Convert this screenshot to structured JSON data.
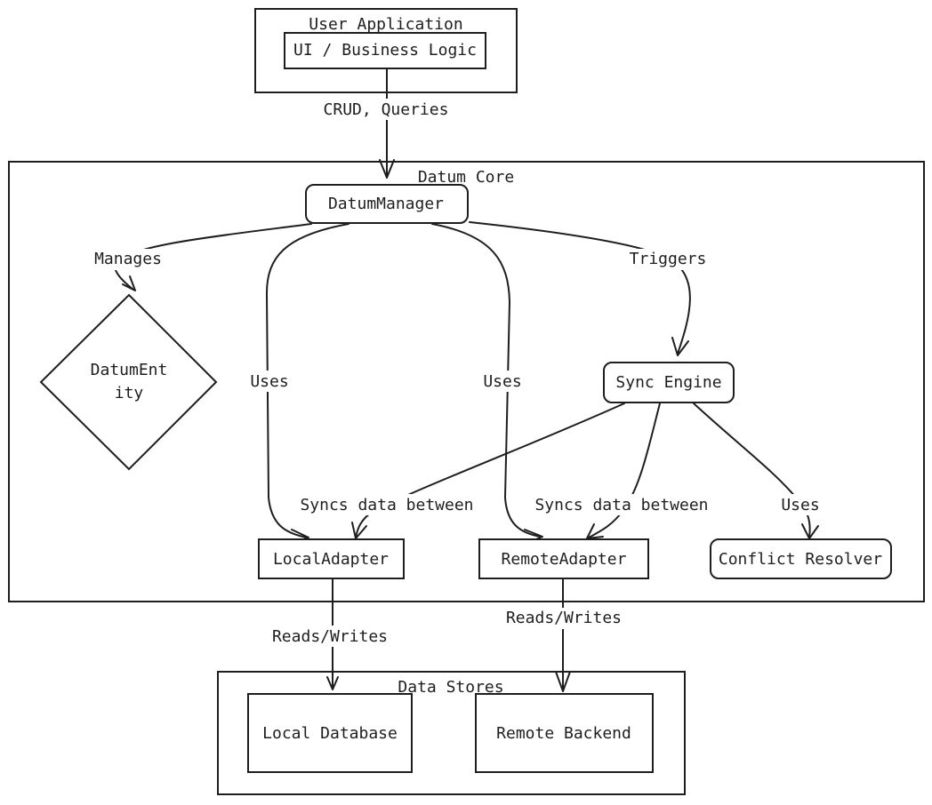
{
  "groups": {
    "user_application": "User Application",
    "datum_core": "Datum Core",
    "data_stores": "Data Stores"
  },
  "nodes": {
    "ui_business_logic": "UI / Business Logic",
    "datum_manager": "DatumManager",
    "datum_entity_line1": "DatumEnt",
    "datum_entity_line2": "ity",
    "sync_engine": "Sync Engine",
    "local_adapter": "LocalAdapter",
    "remote_adapter": "RemoteAdapter",
    "conflict_resolver": "Conflict Resolver",
    "local_database": "Local Database",
    "remote_backend": "Remote Backend"
  },
  "edges": {
    "crud_queries": "CRUD, Queries",
    "manages": "Manages",
    "uses_local": "Uses",
    "uses_remote": "Uses",
    "triggers": "Triggers",
    "syncs_local": "Syncs data between",
    "syncs_remote": "Syncs data between",
    "uses_resolver": "Uses",
    "reads_writes_local": "Reads/Writes",
    "reads_writes_remote": "Reads/Writes"
  }
}
